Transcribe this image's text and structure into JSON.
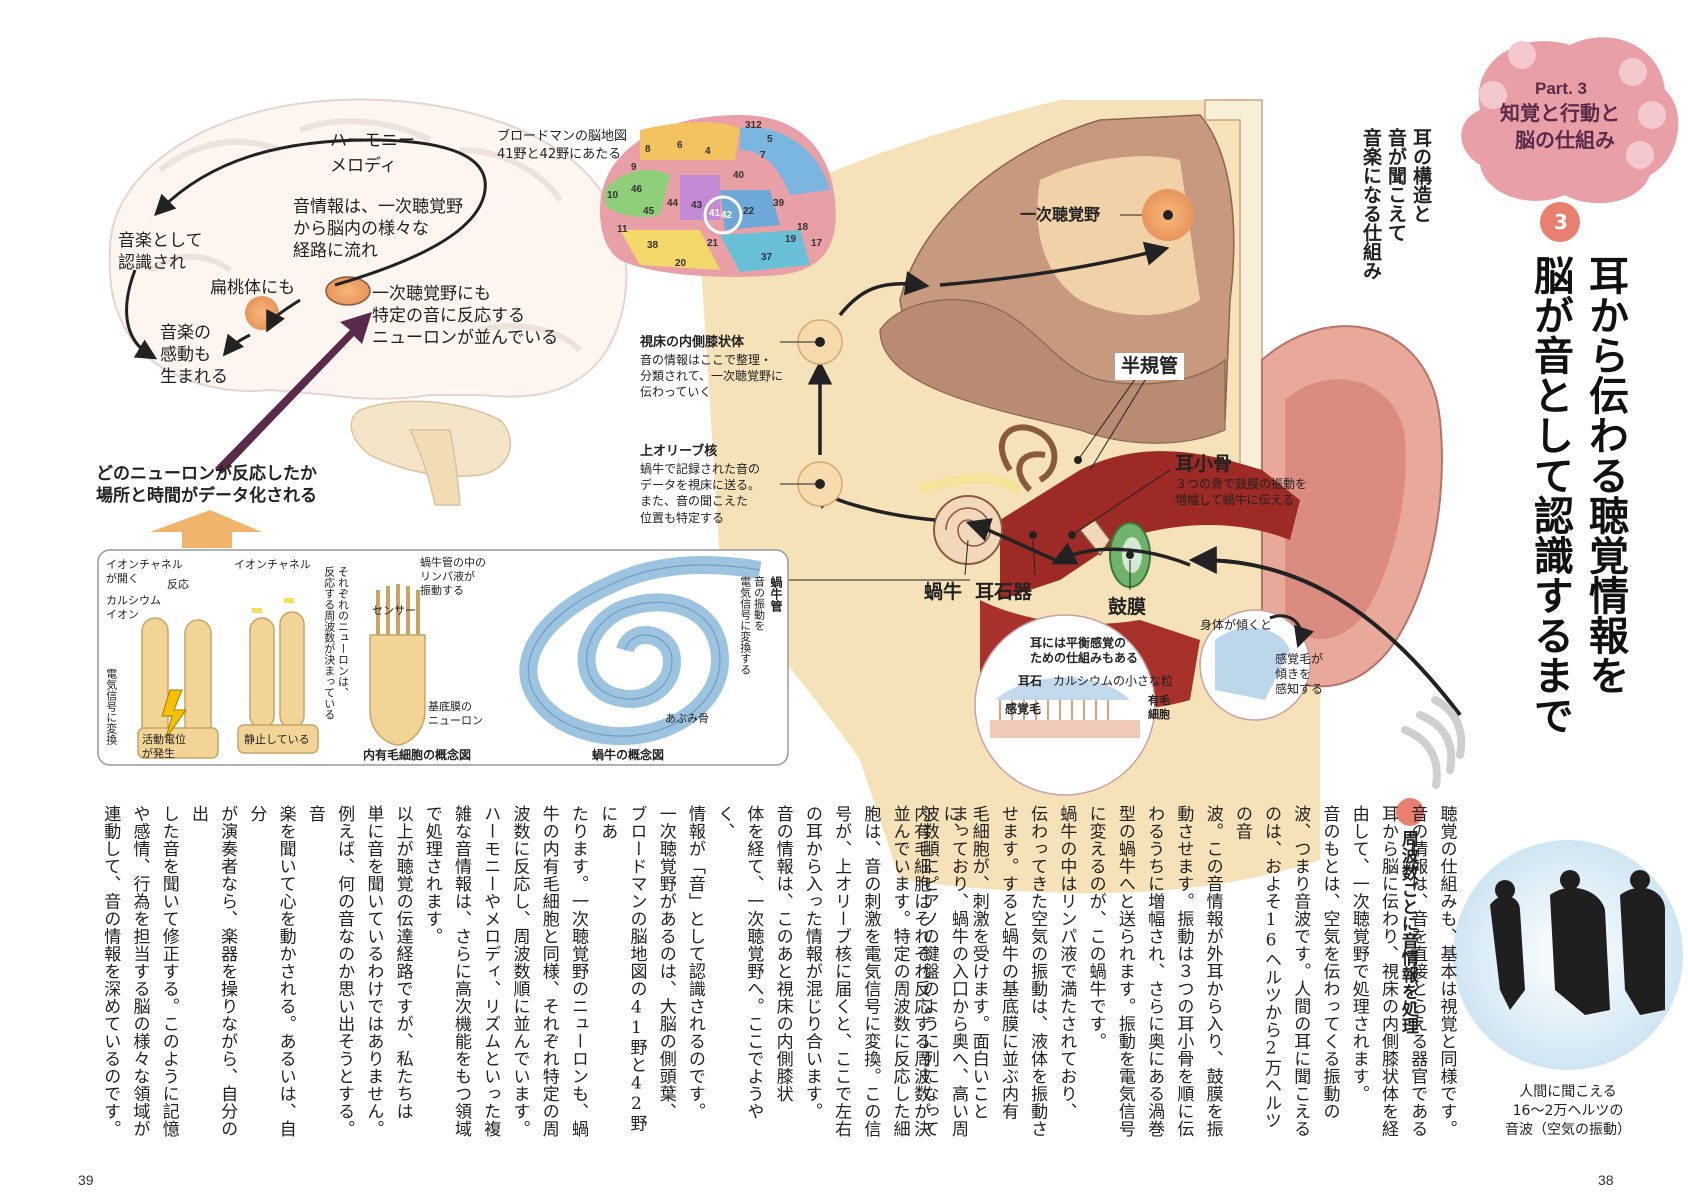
{
  "header": {
    "part_label": "Part. 3",
    "part_title_line1": "知覚と行動と",
    "part_title_line2": "脳の仕組み",
    "section_number": "3",
    "main_title_col1": "耳から伝わる聴覚情報を",
    "main_title_col2": "脳が音として認識するまで",
    "subtitle_col1": "耳の構造と",
    "subtitle_col2": "音が聞こえて",
    "subtitle_col3": "音楽になる仕組み"
  },
  "brain_diagram": {
    "harmony": "ハーモニー",
    "melody": "メロディ",
    "music_recognized": "音楽として\n認識され",
    "amygdala": "扁桃体にも",
    "emotion": "音楽の\n感動も\n生まれる",
    "info_flow": "音情報は、一次聴覚野\nから脳内の様々な\n経路に流れ",
    "primary_neurons": "一次聴覚野にも\n特定の音に反応する\nニューロンが並んでいる",
    "data_caption": "どのニューロンが反応したか\n場所と時間がデータ化される"
  },
  "brodmann": {
    "caption": "ブロードマンの脳地図\n41野と42野にあたる",
    "numbers": [
      "312",
      "5",
      "8",
      "6",
      "4",
      "7",
      "9",
      "40",
      "10",
      "46",
      "44",
      "43",
      "41",
      "42",
      "22",
      "39",
      "45",
      "18",
      "19",
      "17",
      "11",
      "38",
      "21",
      "20",
      "37"
    ]
  },
  "pathway": {
    "primary_auditory": "一次聴覚野",
    "thalamus_title": "視床の内側膝状体",
    "thalamus_desc": "音の情報はここで整理・\n分類されて、一次聴覚野に\n伝わっていく",
    "olive_title": "上オリーブ核",
    "olive_desc": "蝸牛で記録された音の\nデータを視床に送る。\nまた、音の聞こえた\n位置も特定する",
    "semicircular": "半規管",
    "ossicles_title": "耳小骨",
    "ossicles_desc": "３つの骨で鼓膜の振動を\n増幅して蝸牛に伝える",
    "cochlea": "蝸牛",
    "otolith": "耳石器",
    "eardrum": "鼓膜"
  },
  "balance_inset": {
    "title": "耳には平衡感覚の\nための仕組みもある",
    "otolith_label": "耳石",
    "otolith_desc": "カルシウムの小さな粒",
    "sense_hair": "感覚毛",
    "hair_cell": "有毛\n細胞",
    "tilt": "身体が傾くと",
    "sense_hair_detect": "感覚毛が\n傾きを\n感知する"
  },
  "cochlea_box": {
    "ion_channel_open": "イオンチャネル\nが開く",
    "reaction": "反応",
    "calcium_ion": "カルシウム\nイオン",
    "ion_channel": "イオンチャネル",
    "electric_convert": "電気信号に変換",
    "action_potential": "活動電位\nが発生",
    "resting": "静止している",
    "each_neuron": "それぞれのニューロンは、\n反応する周波数が決まっている",
    "sensor": "センサー",
    "lymph": "蝸牛管の中の\nリンパ液が\n振動する",
    "basilar": "基底膜の\nニューロン",
    "cochlear_duct_title": "蝸牛管",
    "cochlear_duct_desc": "音の振動を\n電気信号に変換する",
    "stapes": "あぶみ骨",
    "hair_cell_caption": "内有毛細胞の概念図",
    "cochlea_caption": "蝸牛の概念図"
  },
  "frequency_box": {
    "title": "周波数ごとに音情報を処理",
    "sound_caption": "人間に聞こえる\n16〜2万ヘルツの\n音波（空気の振動）"
  },
  "body_text": {
    "right_cols": [
      "聴覚の仕組みも、基本は視覚と同様です。",
      "音の情報は、音を直接とらえる器官である",
      "耳から脳に伝わり、視床の内側膝状体を経",
      "由して、一次聴覚野で処理されます。",
      "音のもとは、空気を伝わってくる振動の",
      "波、つまり音波です。人間の耳に聞こえる",
      "のは、およそ16ヘルツから2万ヘルツの音",
      "波。この音情報が外耳から入り、鼓膜を振",
      "動させます。振動は３つの耳小骨を順に伝",
      "わるうちに増幅され、さらに奥にある渦巻",
      "型の蝸牛へと送られます。振動を電気信号",
      "に変えるのが、この蝸牛です。",
      "蝸牛の中はリンパ液で満たされており、",
      "伝わってきた空気の振動は、液体を振動さ",
      "せます。すると蝸牛の基底膜に並ぶ内有",
      "毛細胞が、刺激を受けます。面白いことに、",
      "内有毛細胞はそれぞれ反応する周波数が決"
    ],
    "left_cols": [
      "まっており、蝸牛の入口から奥へ、高い周",
      "波数順にピアノの鍵盤のように列になって",
      "並んでいます。特定の周波数に反応した細",
      "胞は、音の刺激を電気信号に変換。この信",
      "号が、上オリーブ核に届くと、ここで左右",
      "の耳から入った情報が混じり合います。",
      "音の情報は、このあと視床の内側膝状",
      "体を経て、一次聴覚野へ。ここでようやく、",
      "情報が「音」として認識されるのです。",
      "一次聴覚野があるのは、大脳の側頭葉、",
      "ブロードマンの脳地図の41野と42野にあ",
      "たります。一次聴覚野のニューロンも、蝸",
      "牛の内有毛細胞と同様、それぞれ特定の周",
      "波数に反応し、周波数順に並んでいます。",
      "ハーモニーやメロディ、リズムといった複",
      "雑な音情報は、さらに高次機能をもつ領域",
      "で処理されます。",
      "以上が聴覚の伝達経路ですが、私たちは",
      "単に音を聞いているわけではありません。",
      "例えば、何の音なのか思い出そうとする。音",
      "楽を聞いて心を動かされる。あるいは、自分",
      "が演奏者なら、楽器を操りながら、自分の出",
      "した音を聞いて修正する。このように記憶",
      "や感情、行為を担当する脳の様々な領域が",
      "連動して、音の情報を深めているのです。"
    ]
  },
  "page_numbers": {
    "left": "39",
    "right": "38"
  },
  "colors": {
    "brain_pink": "#e8a0a6",
    "brain_pink_light": "#f4c9cd",
    "section_circle": "#e9806f",
    "arrow_purple": "#5a2a4a",
    "arrow_orange": "#f0b56a",
    "tissue_beige": "#f6e2b8",
    "tissue_tan": "#cfa58a",
    "tissue_red": "#9e2a25",
    "cochlea_blue": "#9cc3e0",
    "hair_cell_yellow": "#f2d596"
  }
}
